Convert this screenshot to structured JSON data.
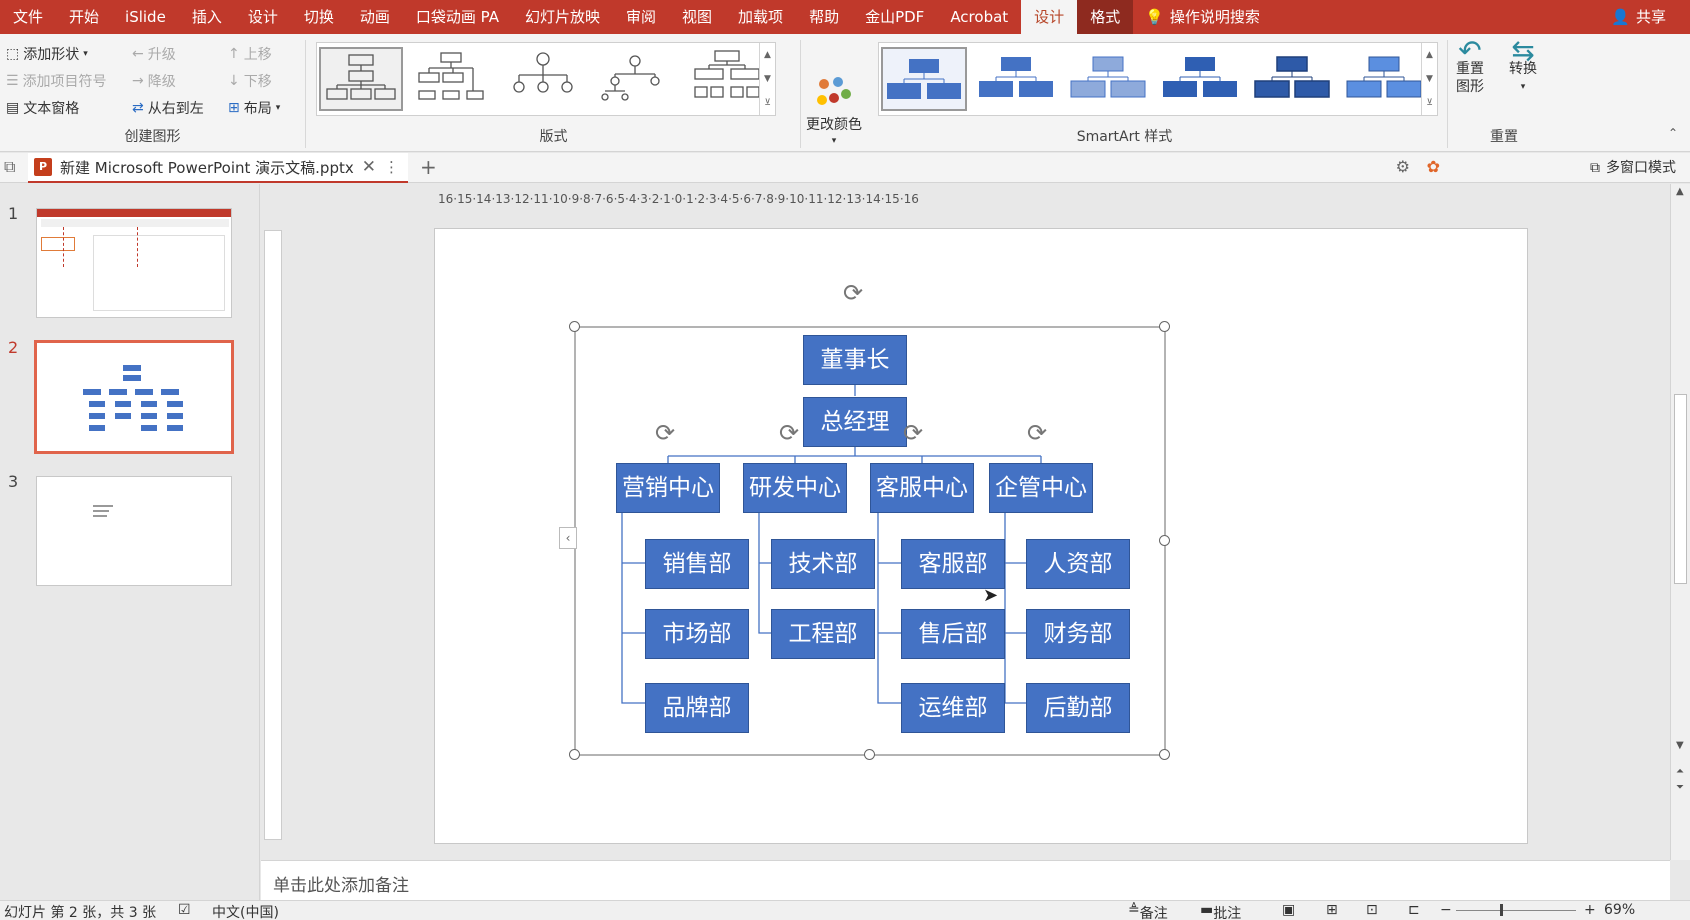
{
  "ribbon_tabs": [
    "文件",
    "开始",
    "iSlide",
    "插入",
    "设计",
    "切换",
    "动画",
    "口袋动画 PA",
    "幻灯片放映",
    "审阅",
    "视图",
    "加载项",
    "帮助",
    "金山PDF",
    "Acrobat",
    "设计",
    "格式"
  ],
  "search_label": "操作说明搜索",
  "share_label": "共享",
  "create_group": {
    "add_shape": "添加形状",
    "add_bullet": "添加项目符号",
    "text_pane": "文本窗格",
    "promote": "升级",
    "demote": "降级",
    "right_to_left": "从右到左",
    "move_up": "上移",
    "move_down": "下移",
    "layout": "布局",
    "label": "创建图形"
  },
  "layouts_label": "版式",
  "change_colors": "更改颜色",
  "styles_label": "SmartArt 样式",
  "reset_group": {
    "reset_graphic": "重置图形",
    "convert": "转换",
    "label": "重置"
  },
  "doc_tab": {
    "title": "新建 Microsoft PowerPoint 演示文稿.pptx"
  },
  "multi_window": "多窗口模式",
  "thumb_numbers": [
    "1",
    "2",
    "3"
  ],
  "hruler_text": "16·15·14·13·12·11·10·9·8·7·6·5·4·3·2·1·0·1·2·3·4·5·6·7·8·9·10·11·12·13·14·15·16",
  "org": {
    "chairman": "董事长",
    "gm": "总经理",
    "centers": [
      "营销中心",
      "研发中心",
      "客服中心",
      "企管中心"
    ],
    "marketing_depts": [
      "销售部",
      "市场部",
      "品牌部"
    ],
    "rd_depts": [
      "技术部",
      "工程部"
    ],
    "service_depts": [
      "客服部",
      "售后部",
      "运维部"
    ],
    "admin_depts": [
      "人资部",
      "财务部",
      "后勤部"
    ]
  },
  "notes_placeholder": "单击此处添加备注",
  "status": {
    "slide_info": "幻灯片 第 2 张，共 3 张",
    "language": "中文(中国)",
    "notes_btn": "备注",
    "comments_btn": "批注",
    "zoom": "69%"
  },
  "colors": {
    "accent": "#c0392b",
    "node_fill": "#4472c4",
    "node_border": "#2f5597"
  }
}
